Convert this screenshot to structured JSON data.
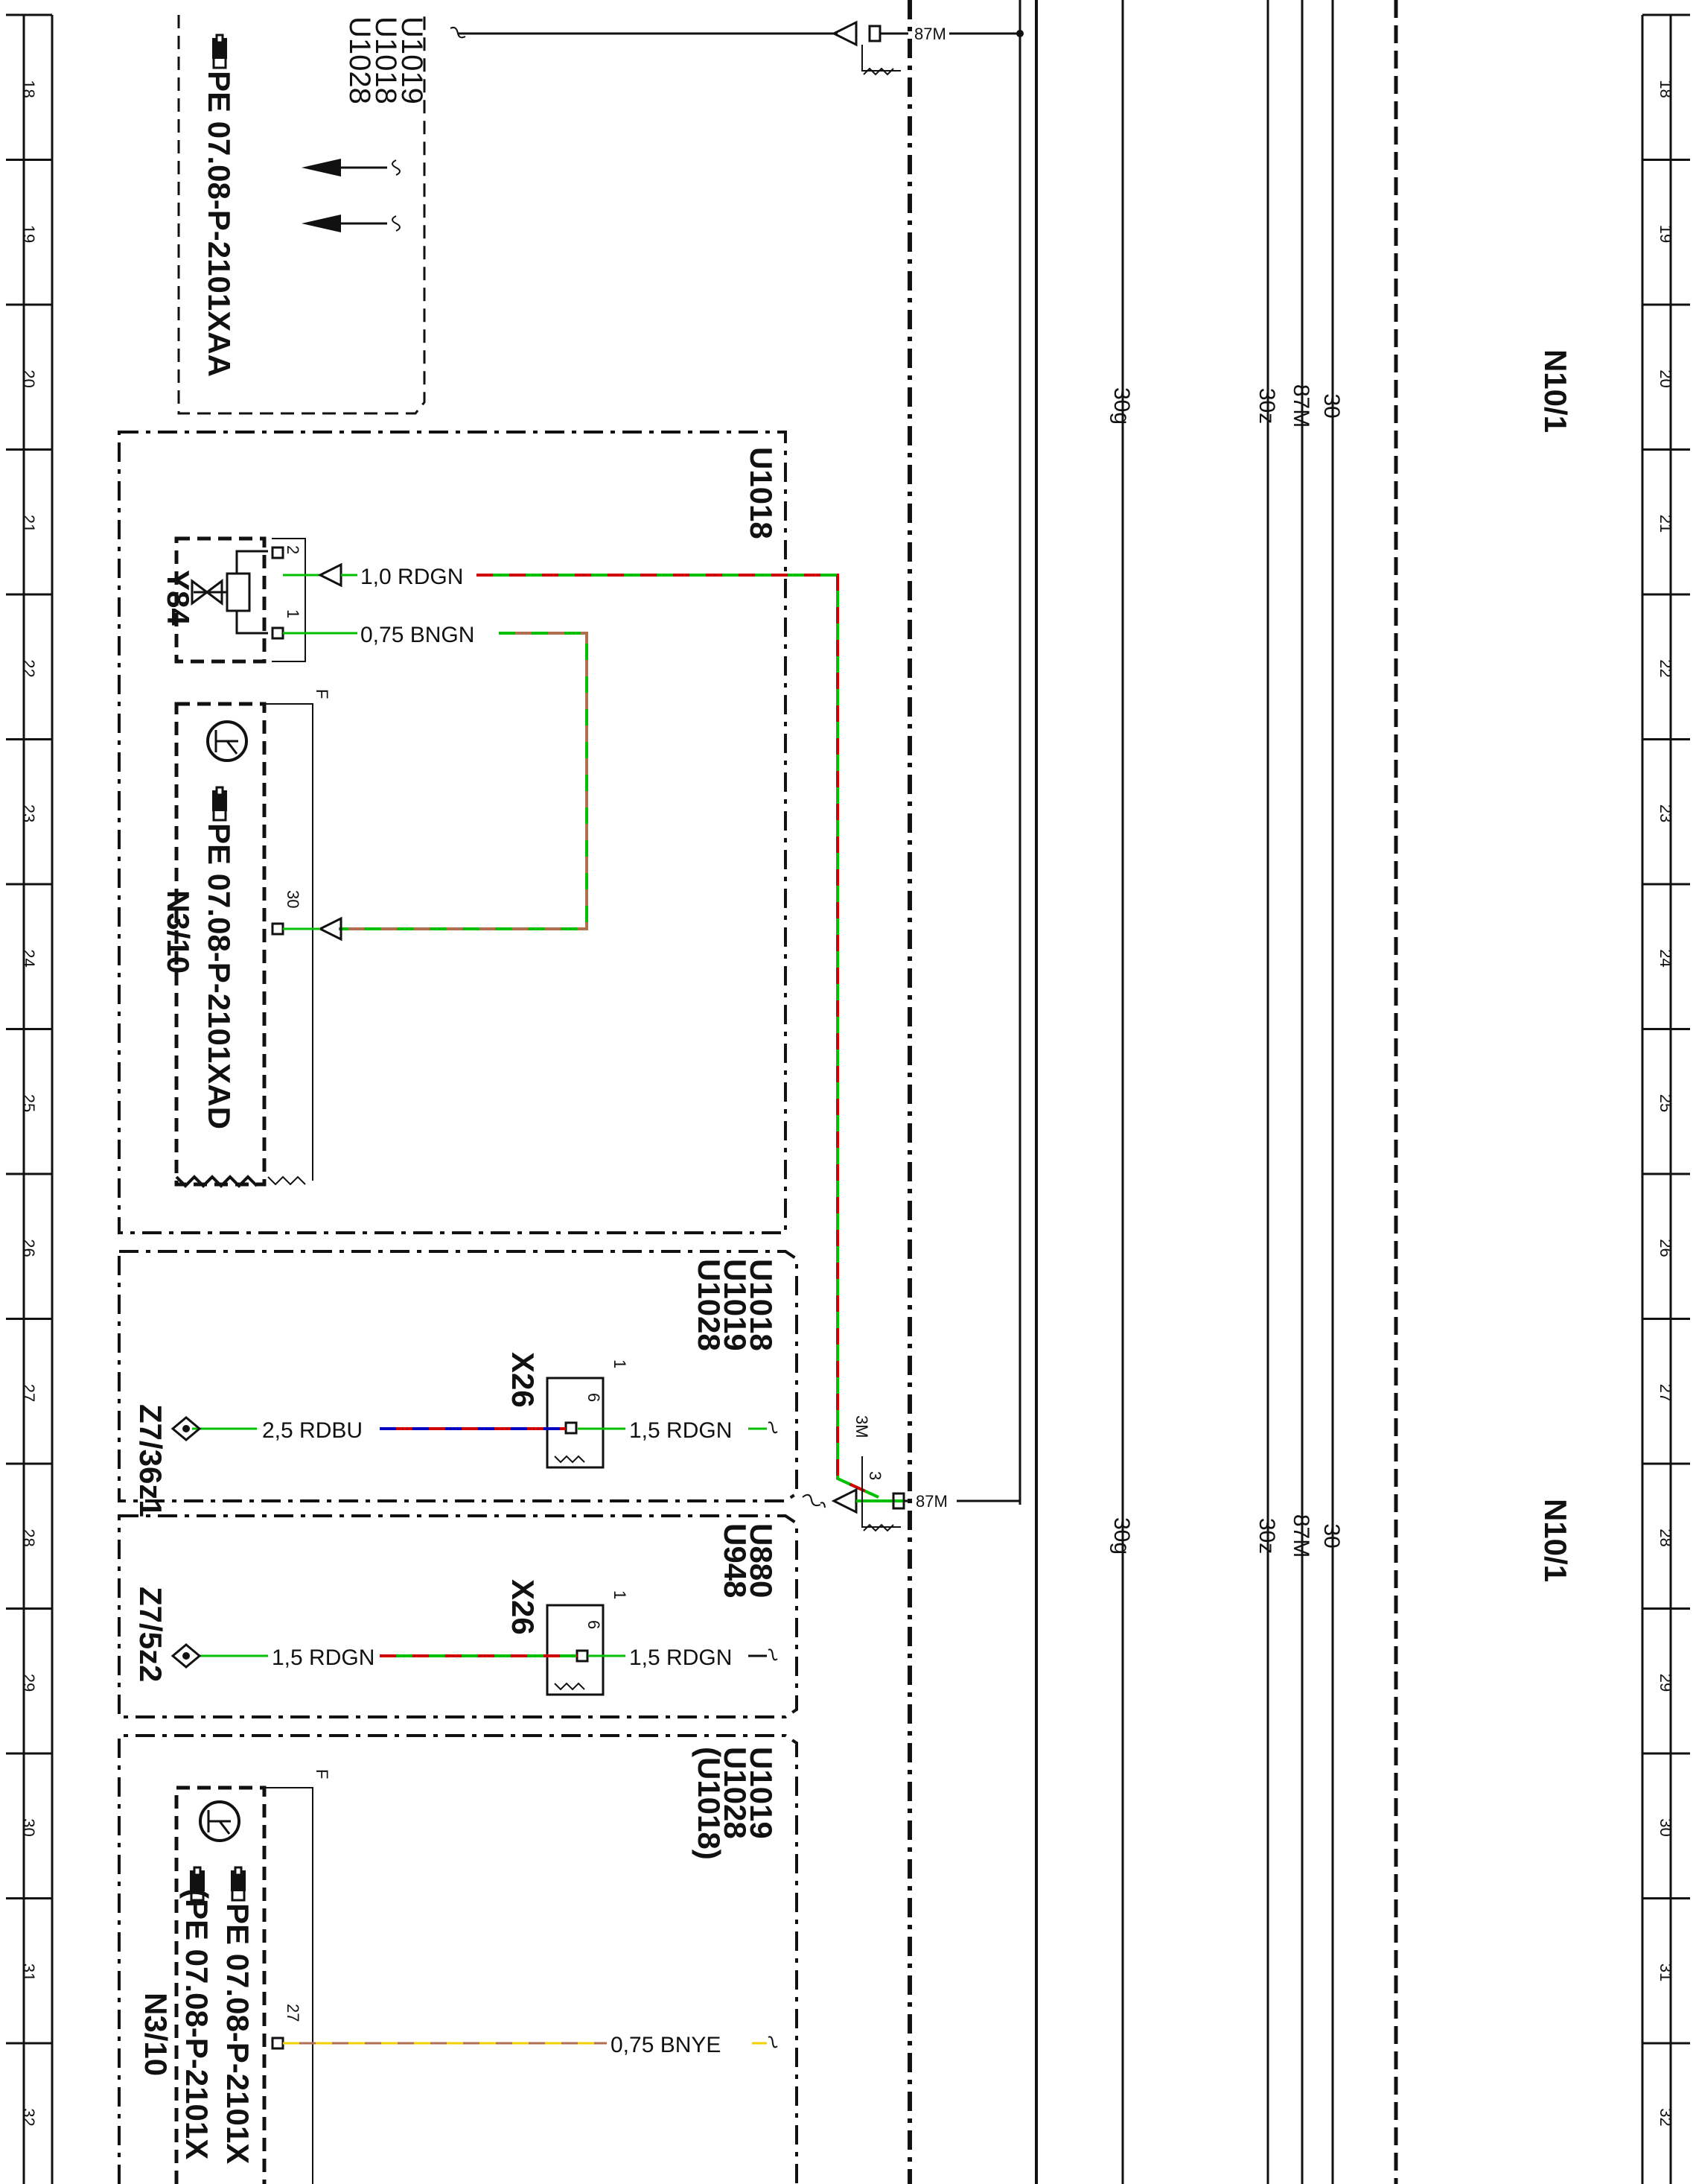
{
  "grid": {
    "left_numbers": [
      "18",
      "19",
      "20",
      "21",
      "22",
      "23",
      "24",
      "25",
      "26",
      "27",
      "28",
      "29",
      "30",
      "31",
      "32"
    ],
    "right_numbers": [
      "18",
      "19",
      "20",
      "21",
      "22",
      "23",
      "24",
      "25",
      "26",
      "27",
      "28",
      "29",
      "30",
      "31",
      "32"
    ]
  },
  "blocks": {
    "top": {
      "models": [
        "U1019",
        "U1018",
        "U1028"
      ],
      "ref": "PE 07.08-P-2101XAA"
    },
    "u1018": {
      "model": "U1018",
      "y84": {
        "label": "Y84",
        "pin1": "1",
        "pin2": "2"
      },
      "n3_10": {
        "label": "N3/10",
        "ref": "PE 07.08-P-2101XAD",
        "pin": "30",
        "flag": "F"
      }
    },
    "mid1": {
      "models": [
        "U1018",
        "U1019",
        "U1028"
      ],
      "connector": "X26",
      "pin": "6",
      "pin_top": "1",
      "splice": "Z7/36z1"
    },
    "mid2": {
      "models": [
        "U880",
        "U948"
      ],
      "connector": "X26",
      "pin": "6",
      "pin_top": "1",
      "splice": "Z7/5z2"
    },
    "bottom": {
      "models": [
        "U1019",
        "U1028",
        "(U1018)"
      ],
      "label": "N3/10",
      "ref1": "PE 07.08-P-2101X",
      "ref2": "(PE 07.08-P-2101X",
      "pin": "27",
      "flag": "F"
    }
  },
  "wires": [
    {
      "id": "w1",
      "text": "1,0 RDGN",
      "colors": [
        "#d00000",
        "#00c000"
      ]
    },
    {
      "id": "w2",
      "text": "0,75 BNGN",
      "colors": [
        "#b07050",
        "#00c000"
      ]
    },
    {
      "id": "w3",
      "text": "2,5 RDBU",
      "colors": [
        "#d00000",
        "#0000c0"
      ]
    },
    {
      "id": "w4",
      "text": "1,5 RDGN",
      "colors": [
        "#d00000",
        "#00c000"
      ]
    },
    {
      "id": "w5",
      "text": "1,5 RDGN",
      "colors": [
        "#d00000",
        "#00c000"
      ]
    },
    {
      "id": "w6",
      "text": "1,5 RDGN",
      "colors": [
        "#d00000",
        "#00c000"
      ]
    },
    {
      "id": "w7",
      "text": "0,75 BNYE",
      "colors": [
        "#b07050",
        "#f0d000"
      ]
    }
  ],
  "terminals": {
    "t87m_top": "87M",
    "t87m_bottom": "87M",
    "t3m": "3M",
    "t3": "3"
  },
  "buses": {
    "top_group": {
      "b1": "30g",
      "b2": "30z",
      "b3": "87M",
      "b4": "30"
    },
    "bottom_group": {
      "b1": "30g",
      "b2": "30z",
      "b3": "87M",
      "b4": "30"
    }
  },
  "components": {
    "n10_top": "N10/1",
    "n10_bottom": "N10/1"
  }
}
